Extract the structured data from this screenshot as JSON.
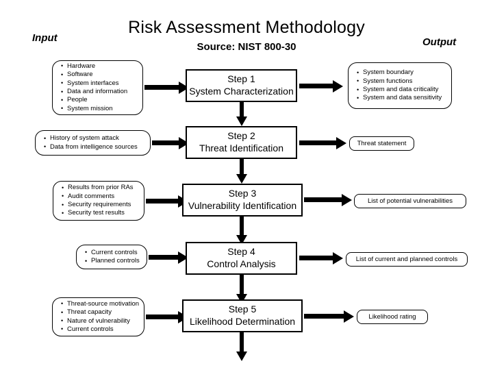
{
  "header": {
    "title": "Risk Assessment Methodology",
    "subtitle": "Source: NIST 800-30",
    "input_label": "Input",
    "output_label": "Output"
  },
  "colors": {
    "background": "#ffffff",
    "line": "#000000",
    "text": "#000000"
  },
  "rows": [
    {
      "input": {
        "type": "bullets",
        "items": [
          "Hardware",
          "Software",
          "System interfaces",
          "Data and information",
          "People",
          "System mission"
        ]
      },
      "step": {
        "number": "Step 1",
        "name": "System Characterization"
      },
      "output": {
        "type": "bullets",
        "items": [
          "System boundary",
          "System functions",
          "System and data criticality",
          "System and data sensitivity"
        ]
      }
    },
    {
      "input": {
        "type": "bullets",
        "items": [
          "History of system attack",
          "Data from intelligence sources"
        ]
      },
      "step": {
        "number": "Step 2",
        "name": "Threat Identification"
      },
      "output": {
        "type": "label",
        "text": "Threat statement"
      }
    },
    {
      "input": {
        "type": "bullets",
        "items": [
          "Results from prior RAs",
          "Audit comments",
          "Security requirements",
          "Security test results"
        ]
      },
      "step": {
        "number": "Step 3",
        "name": "Vulnerability  Identification"
      },
      "output": {
        "type": "label",
        "text": "List of potential vulnerabilities"
      }
    },
    {
      "input": {
        "type": "bullets",
        "items": [
          "Current controls",
          "Planned controls"
        ]
      },
      "step": {
        "number": "Step 4",
        "name": "Control Analysis"
      },
      "output": {
        "type": "label",
        "text": "List of current and planned controls"
      }
    },
    {
      "input": {
        "type": "bullets",
        "items": [
          "Threat-source  motivation",
          "Threat  capacity",
          "Nature of vulnerability",
          "Current  controls"
        ]
      },
      "step": {
        "number": "Step 5",
        "name": "Likelihood Determination"
      },
      "output": {
        "type": "label",
        "text": "Likelihood rating"
      }
    }
  ],
  "flow": {
    "input_arrow_name": "input-to-step-arrow",
    "output_arrow_name": "step-to-output-arrow",
    "step_arrow_name": "step-to-step-arrow",
    "tail_arrow_name": "flow-continues-arrow"
  }
}
